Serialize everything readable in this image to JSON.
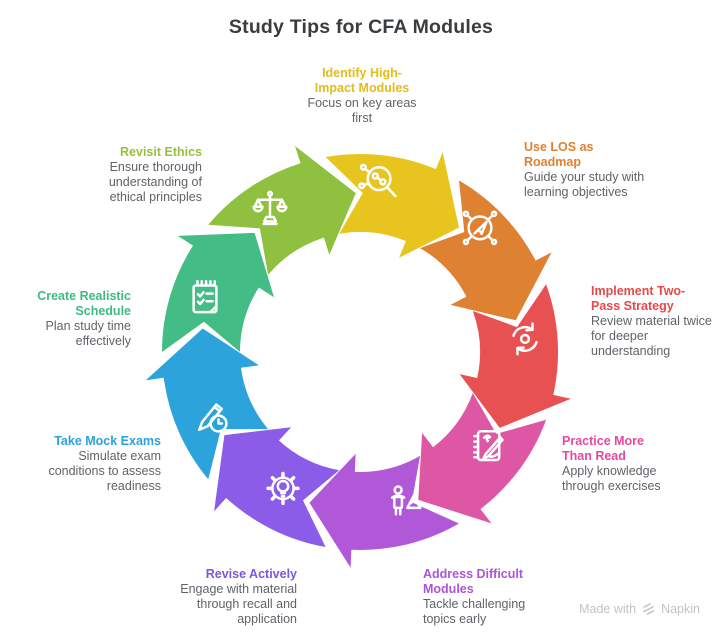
{
  "title": "Study Tips for CFA Modules",
  "watermark": {
    "text_prefix": "Made with",
    "brand": "Napkin"
  },
  "diagram": {
    "type": "cycle",
    "direction": "clockwise",
    "segments": [
      {
        "id": "identify-high-impact-modules",
        "title": "Identify High-\nImpact Modules",
        "description": "Focus on key areas\nfirst",
        "label_color": "#e2bc1a",
        "arrow_color": "#e8c51e",
        "icon": "magnifier-analysis-icon"
      },
      {
        "id": "use-los-as-roadmap",
        "title": "Use LOS as\nRoadmap",
        "description": "Guide your study with\nlearning objectives",
        "label_color": "#e0812f",
        "arrow_color": "#de8133",
        "icon": "navigation-compass-icon"
      },
      {
        "id": "implement-two-pass-strategy",
        "title": "Implement Two-\nPass Strategy",
        "description": "Review material twice\nfor deeper\nunderstanding",
        "label_color": "#e84848",
        "arrow_color": "#e85151",
        "icon": "refresh-cycle-icon"
      },
      {
        "id": "practice-more-than-read",
        "title": "Practice More\nThan Read",
        "description": "Apply knowledge\nthrough exercises",
        "label_color": "#e5499f",
        "arrow_color": "#dd57a4",
        "icon": "notebook-pen-icon"
      },
      {
        "id": "address-difficult-modules",
        "title": "Address Difficult\nModules",
        "description": "Tackle challenging\ntopics early",
        "label_color": "#ac54db",
        "arrow_color": "#b158d8",
        "icon": "climber-mountain-icon"
      },
      {
        "id": "revise-actively",
        "title": "Revise Actively",
        "description": "Engage with material\nthrough recall and\napplication",
        "label_color": "#7a57e0",
        "arrow_color": "#8a5ce8",
        "icon": "gear-lightbulb-icon"
      },
      {
        "id": "take-mock-exams",
        "title": "Take Mock Exams",
        "description": "Simulate exam\nconditions to assess\nreadiness",
        "label_color": "#2aa2db",
        "arrow_color": "#2ca4db",
        "icon": "pencil-clock-icon"
      },
      {
        "id": "create-realistic-schedule",
        "title": "Create Realistic\nSchedule",
        "description": "Plan study time\neffectively",
        "label_color": "#3cbc82",
        "arrow_color": "#44bc85",
        "icon": "checklist-notepad-icon"
      },
      {
        "id": "revisit-ethics",
        "title": "Revisit Ethics",
        "description": "Ensure thorough\nunderstanding of\nethical principles",
        "label_color": "#95c13c",
        "arrow_color": "#90c03f",
        "icon": "balance-scales-icon"
      }
    ]
  }
}
